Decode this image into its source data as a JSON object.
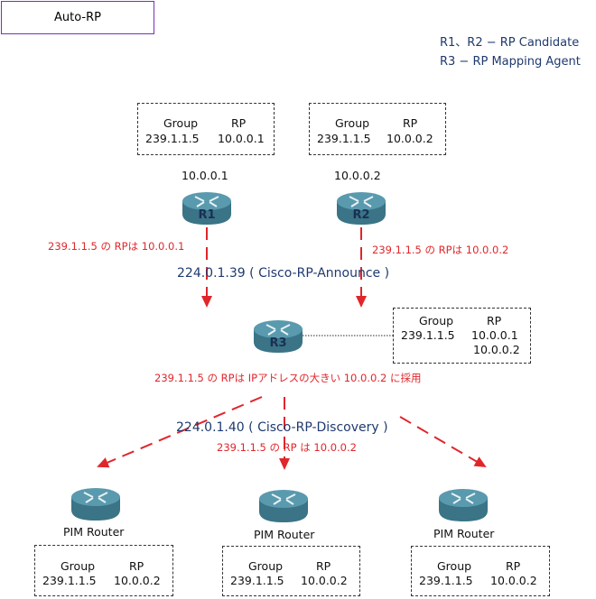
{
  "title": "Auto-RP",
  "legend": {
    "line1": "R1、R2 − RP Candidate",
    "line2": "R3 − RP Mapping Agent"
  },
  "table_header": {
    "group": "Group",
    "rp": "RP"
  },
  "r1": {
    "label": "R1",
    "address": "10.0.0.1",
    "table": {
      "group": "239.1.1.5",
      "rp": "10.0.0.1"
    },
    "announce": "239.1.1.5 の RPは 10.0.0.1"
  },
  "r2": {
    "label": "R2",
    "address": "10.0.0.2",
    "table": {
      "group": "239.1.1.5",
      "rp": "10.0.0.2"
    },
    "announce": "239.1.1.5 の RPは 10.0.0.2"
  },
  "announce_group": "224.0.1.39 ( Cisco-RP-Announce )",
  "r3": {
    "label": "R3",
    "table": {
      "group": "239.1.1.5",
      "rp1": "10.0.0.1",
      "rp2": "10.0.0.2"
    },
    "decision": "239.1.1.5 の RPは IPアドレスの大きい 10.0.0.2 に採用"
  },
  "discovery_group": "224.0.1.40 ( Cisco-RP-Discovery )",
  "discovery_note": "239.1.1.5 の RP は 10.0.0.2",
  "pim_routers": [
    {
      "label": "PIM Router",
      "group": "239.1.1.5",
      "rp": "10.0.0.2"
    },
    {
      "label": "PIM Router",
      "group": "239.1.1.5",
      "rp": "10.0.0.2"
    },
    {
      "label": "PIM Router",
      "group": "239.1.1.5",
      "rp": "10.0.0.2"
    }
  ],
  "colors": {
    "arrow": "#e0262b",
    "router_body": "#3f7f93",
    "text_blue": "#1f3a6e",
    "title_border": "#7a2fb5"
  }
}
